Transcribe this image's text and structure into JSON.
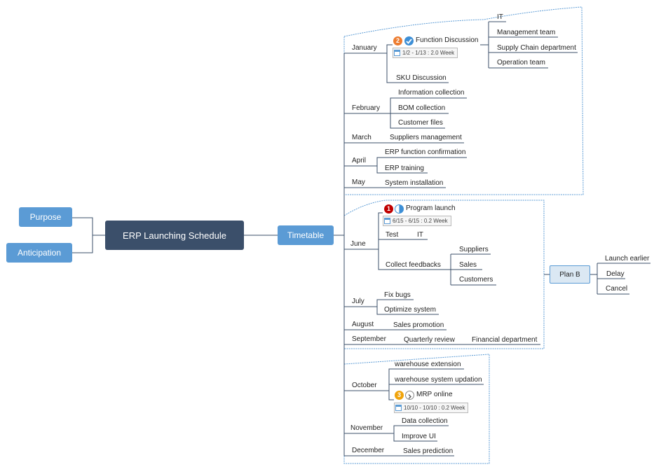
{
  "central": "ERP Launching Schedule",
  "left": [
    "Purpose",
    "Anticipation"
  ],
  "timetable": "Timetable",
  "months": [
    "January",
    "February",
    "March",
    "April",
    "May",
    "June",
    "July",
    "August",
    "September",
    "October",
    "November",
    "December"
  ],
  "jan": {
    "function_discussion": "Function Discussion",
    "function_badge": "2",
    "function_date": "1/2 - 1/13 : 2.0 Week",
    "sku": "SKU Discussion",
    "departments": [
      "IT",
      "Management team",
      "Supply Chain department",
      "Operation team"
    ]
  },
  "feb": [
    "Information collection",
    "BOM collection",
    "Customer files"
  ],
  "mar": "Suppliers management",
  "apr": [
    "ERP function confirmation",
    "ERP training"
  ],
  "may": "System installation",
  "jun": {
    "program_launch": "Program launch",
    "program_badge": "1",
    "program_date": "6/15 - 6/15 : 0.2 Week",
    "test": "Test",
    "test_child": "IT",
    "collect": "Collect feedbacks",
    "collect_children": [
      "Suppliers",
      "Sales",
      "Customers"
    ]
  },
  "jul": [
    "Fix bugs",
    "Optimize system"
  ],
  "aug": "Sales promotion",
  "sep": {
    "review": "Quarterly review",
    "dept": "Financial department"
  },
  "oct": {
    "items": [
      "warehouse extension",
      "warehouse system updation"
    ],
    "mrp": "MRP online",
    "mrp_badge": "3",
    "mrp_date": "10/10 - 10/10 : 0.2 Week"
  },
  "nov": [
    "Data collection",
    "Improve UI"
  ],
  "dec": "Sales prediction",
  "plan_b": {
    "label": "Plan B",
    "children": [
      "Launch earlier",
      "Delay",
      "Cancel"
    ]
  },
  "colors": {
    "line": "#3b4f6a",
    "accent": "#5b9bd5",
    "dark": "#3b4f6a",
    "boundary": "#5b9bd5",
    "badge1": "#c00000",
    "badge2": "#ed7d31",
    "badge3": "#f0a30a"
  }
}
